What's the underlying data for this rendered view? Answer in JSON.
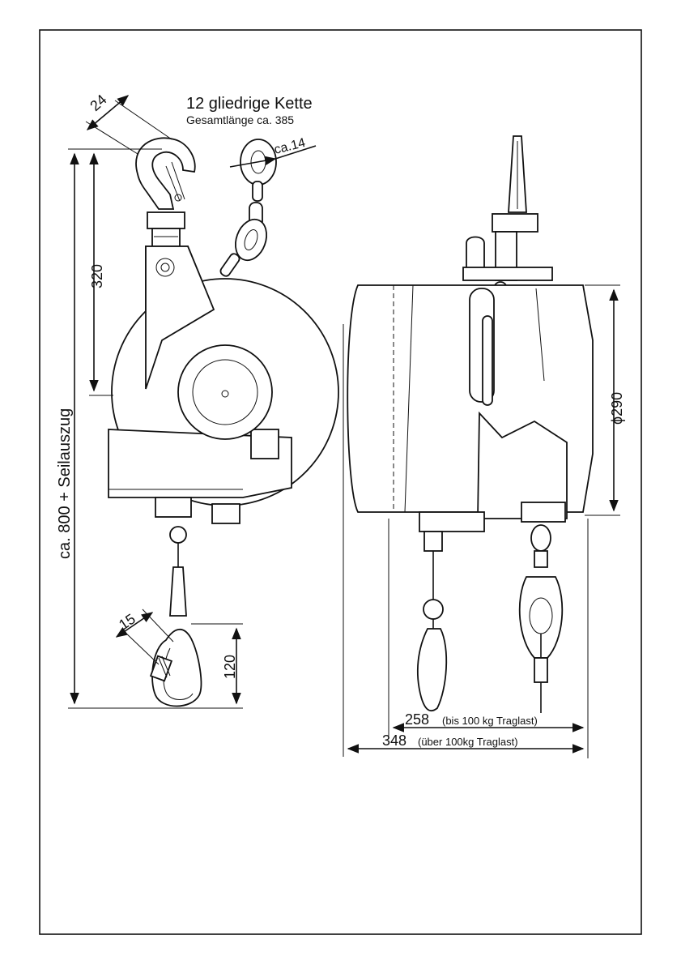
{
  "chain": {
    "title": "12 gliedrige Kette",
    "length": "Gesamtlänge ca. 385",
    "link_dim": "ca.14"
  },
  "dimensions": {
    "hook_width": "24",
    "hook_to_axis": "320",
    "total_length": "ca. 800 + Seilauszug",
    "carabiner_width": "15",
    "carabiner_height": "120",
    "diameter": "ϕ290",
    "width_light_value": "258",
    "width_light_note": "(bis 100 kg Traglast)",
    "width_heavy_value": "348",
    "width_heavy_note": "(über 100kg Traglast)"
  }
}
